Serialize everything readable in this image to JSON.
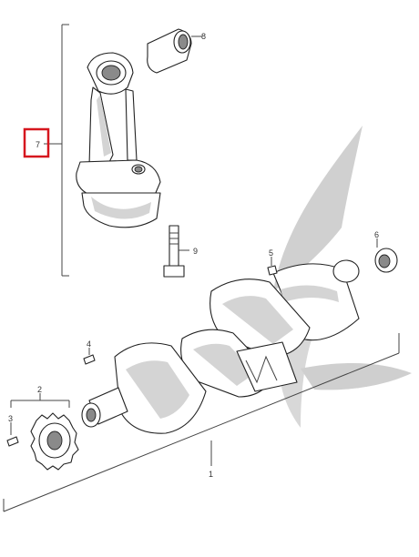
{
  "diagram": {
    "labels": {
      "p1": "1",
      "p2": "2",
      "p3": "3",
      "p4": "4",
      "p5": "5",
      "p6": "6",
      "p7": "7",
      "p8": "8",
      "p9": "9"
    },
    "highlight": {
      "target": "p7",
      "color": "#d6161e"
    },
    "watermark_color": "#c8c8c8"
  }
}
